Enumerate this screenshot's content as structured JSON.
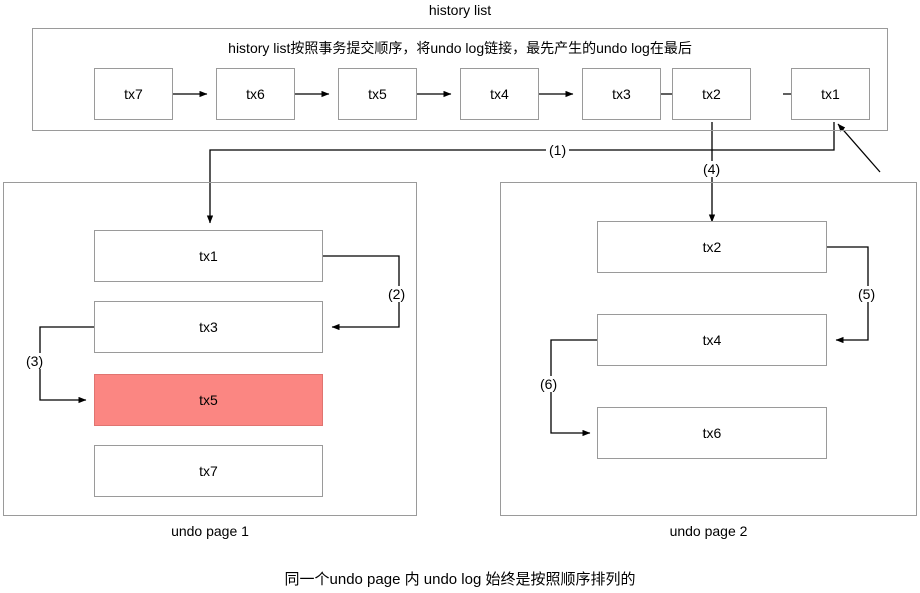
{
  "diagram": {
    "title": "history list",
    "caption": "同一个undo page 内 undo log 始终是按照顺序排列的",
    "accent_color": "#fb8682",
    "line_color": "#000000",
    "box_border_color": "#9a9a9a"
  },
  "history_list": {
    "note": "history list按照事务提交顺序，将undo log链接，最先产生的undo log在最后",
    "nodes": [
      {
        "label": "tx7"
      },
      {
        "label": "tx6"
      },
      {
        "label": "tx5"
      },
      {
        "label": "tx4"
      },
      {
        "label": "tx3"
      },
      {
        "label": "tx2"
      },
      {
        "label": "tx1"
      }
    ]
  },
  "undo_page_1": {
    "label": "undo page 1",
    "entries": [
      {
        "label": "tx1",
        "highlighted": false
      },
      {
        "label": "tx3",
        "highlighted": false
      },
      {
        "label": "tx5",
        "highlighted": true
      },
      {
        "label": "tx7",
        "highlighted": false
      }
    ]
  },
  "undo_page_2": {
    "label": "undo page 2",
    "entries": [
      {
        "label": "tx2",
        "highlighted": false
      },
      {
        "label": "tx4",
        "highlighted": false
      },
      {
        "label": "tx6",
        "highlighted": false
      }
    ]
  },
  "connectors": [
    {
      "id": "c1",
      "label": "(1)",
      "from": "history-tx1",
      "to": "page1-tx1"
    },
    {
      "id": "c2",
      "label": "(2)",
      "from": "page1-tx1",
      "to": "page1-tx3"
    },
    {
      "id": "c3",
      "label": "(3)",
      "from": "page1-tx3",
      "to": "page1-tx5"
    },
    {
      "id": "c4",
      "label": "(4)",
      "from": "history-tx2",
      "to": "page2-tx2"
    },
    {
      "id": "c5",
      "label": "(5)",
      "from": "page2-tx2",
      "to": "page2-tx4"
    },
    {
      "id": "c6",
      "label": "(6)",
      "from": "page2-tx4",
      "to": "page2-tx6"
    }
  ]
}
